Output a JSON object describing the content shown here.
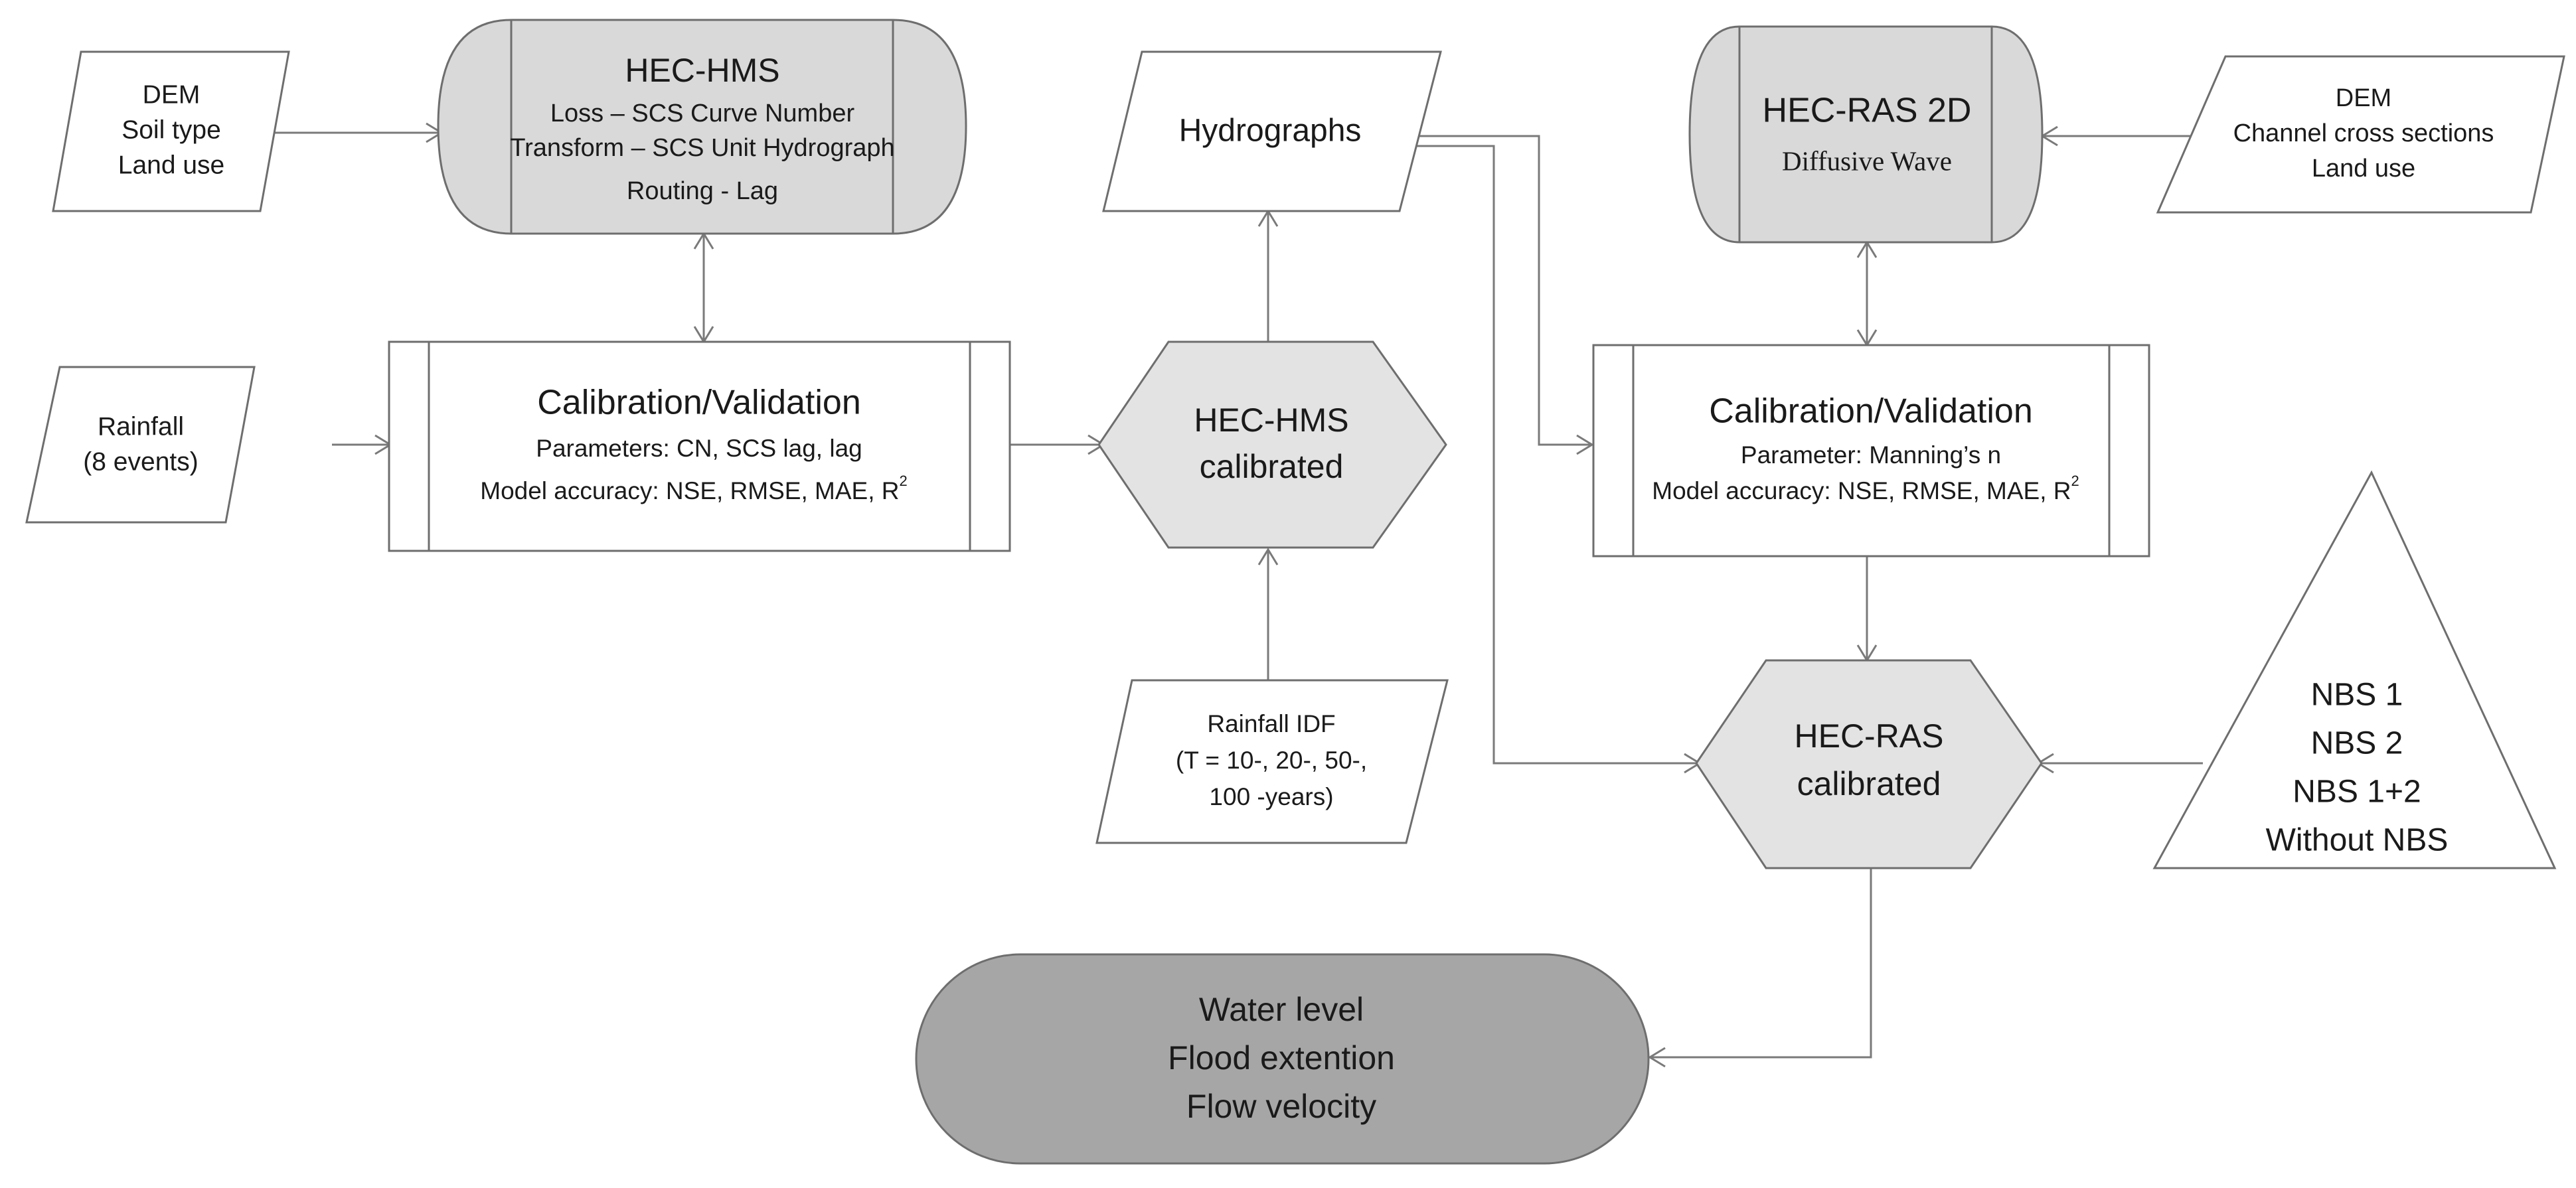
{
  "inputs": {
    "dem_left": [
      "DEM",
      "Soil type",
      "Land use"
    ],
    "rainfall": [
      "Rainfall",
      "(8 events)"
    ],
    "rainfall_idf": [
      "Rainfall IDF",
      "(T = 10-, 20-, 50-,",
      "100 -years)"
    ],
    "dem_right": [
      "DEM",
      "Channel cross sections",
      "Land use"
    ]
  },
  "hec_hms": {
    "title": "HEC-HMS",
    "line1": "Loss – SCS Curve Number",
    "line2": "Transform – SCS Unit Hydrograph",
    "line3": "Routing - Lag"
  },
  "calib_left": {
    "title": "Calibration/Validation",
    "params": "Parameters: CN, SCS lag, lag",
    "accuracy": "Model accuracy: NSE, RMSE, MAE, R",
    "sup": "2"
  },
  "hms_calibrated": [
    "HEC-HMS",
    "calibrated"
  ],
  "hydrographs": "Hydrographs",
  "hec_ras_2d": {
    "title": "HEC-RAS 2D",
    "subtitle": "Diffusive Wave"
  },
  "calib_right": {
    "title": "Calibration/Validation",
    "params": "Parameter: Manning’s n",
    "accuracy": "Model accuracy: NSE, RMSE, MAE, R",
    "sup": "2"
  },
  "ras_calibrated": [
    "HEC-RAS",
    "calibrated"
  ],
  "nbs": [
    "NBS 1",
    "NBS 2",
    "NBS 1+2",
    "Without NBS"
  ],
  "outputs": [
    "Water level",
    "Flood extention",
    "Flow velocity"
  ],
  "colors": {
    "fill_light": "#d9d9d9",
    "fill_hex": "#e3e3e3",
    "fill_output": "#a6a6a6",
    "stroke": "#6e6e6e",
    "connector": "#7a7a7a"
  }
}
